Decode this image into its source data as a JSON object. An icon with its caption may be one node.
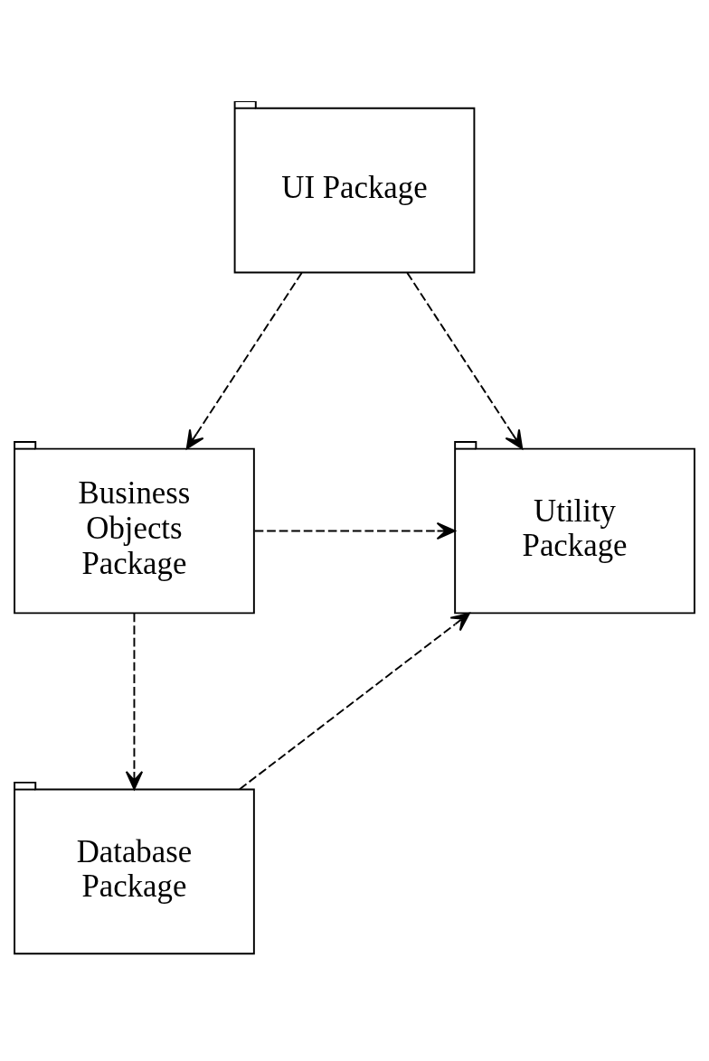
{
  "diagram": {
    "nodes": [
      {
        "text": [
          "UI Package"
        ]
      },
      {
        "text": [
          "Business Objects Package"
        ]
      },
      {
        "text": [
          "Utility Package"
        ]
      },
      {
        "text": [
          "Database Package"
        ]
      }
    ],
    "edges": [
      {
        "from": 0,
        "to": 1,
        "arrow": "to",
        "style": "dashed"
      },
      {
        "from": 0,
        "to": 2,
        "arrow": "to",
        "style": "dashed"
      },
      {
        "from": 1,
        "to": 2,
        "arrow": "to",
        "style": "dashed"
      },
      {
        "from": 1,
        "to": 3,
        "arrow": "to",
        "style": "dashed"
      },
      {
        "from": 3,
        "to": 2,
        "arrow": "to",
        "style": "dashed"
      }
    ]
  }
}
